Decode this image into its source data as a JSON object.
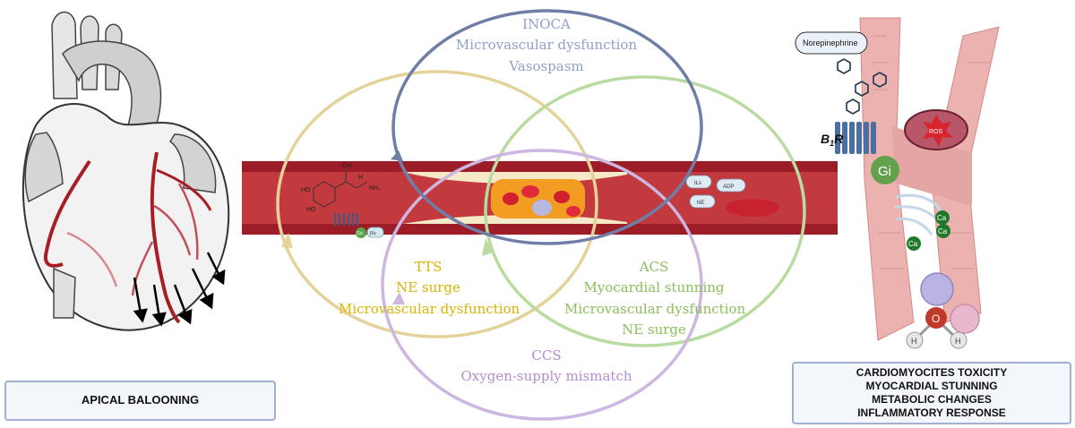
{
  "left_panel": {
    "label": "APICAL BALOONING"
  },
  "venn": {
    "inoca": {
      "lines": [
        "INOCA",
        "Microvascular dysfunction",
        "Vasospasm"
      ],
      "color": "#8fa0cc"
    },
    "tts": {
      "lines": [
        "TTS",
        "NE surge",
        "Microvascular dysfunction"
      ],
      "color": "#d9b400"
    },
    "acs": {
      "lines": [
        "ACS",
        "Myocardial stunning",
        "Microvascular dysfunction",
        "NE surge"
      ],
      "color": "#8cbf5a"
    },
    "ccs": {
      "lines": [
        "CCS",
        "Oxygen-supply mismatch"
      ],
      "color": "#b48cd0"
    }
  },
  "vessel": {
    "molecule_labels": {
      "oh_top": "OH",
      "h": "H",
      "nh2": "NH₂",
      "ho_1": "HO",
      "ho_2": "HO"
    },
    "receptor_labels": {
      "alpha": "Gα",
      "beta_gamma": "β/γ"
    },
    "mediator_labels": {
      "ils": "ILs",
      "adp": "ADP",
      "ne": "NE"
    }
  },
  "right_panel": {
    "norepinephrine": "Norepinephrine",
    "receptor": {
      "main": "B",
      "subscript": "1",
      "suffix": "R"
    },
    "gi": "Gi",
    "ros": "ROS",
    "calcium": [
      "Ca",
      "Ca",
      "Ca"
    ],
    "water": {
      "o": "O",
      "h1": "H",
      "h2": "H"
    },
    "label_lines": [
      "CARDIOMYOCITES TOXICITY",
      "MYOCARDIAL STUNNING",
      "METABOLIC CHANGES",
      "INFLAMMATORY RESPONSE"
    ]
  },
  "colors": {
    "inoca_ring": "#6f7ea6",
    "tts_ring": "#e3d39a",
    "acs_ring": "#b9dba0",
    "ccs_ring": "#cdb6e2",
    "vessel_wall": "#9c1c28",
    "label_border": "#9fb0d2"
  }
}
